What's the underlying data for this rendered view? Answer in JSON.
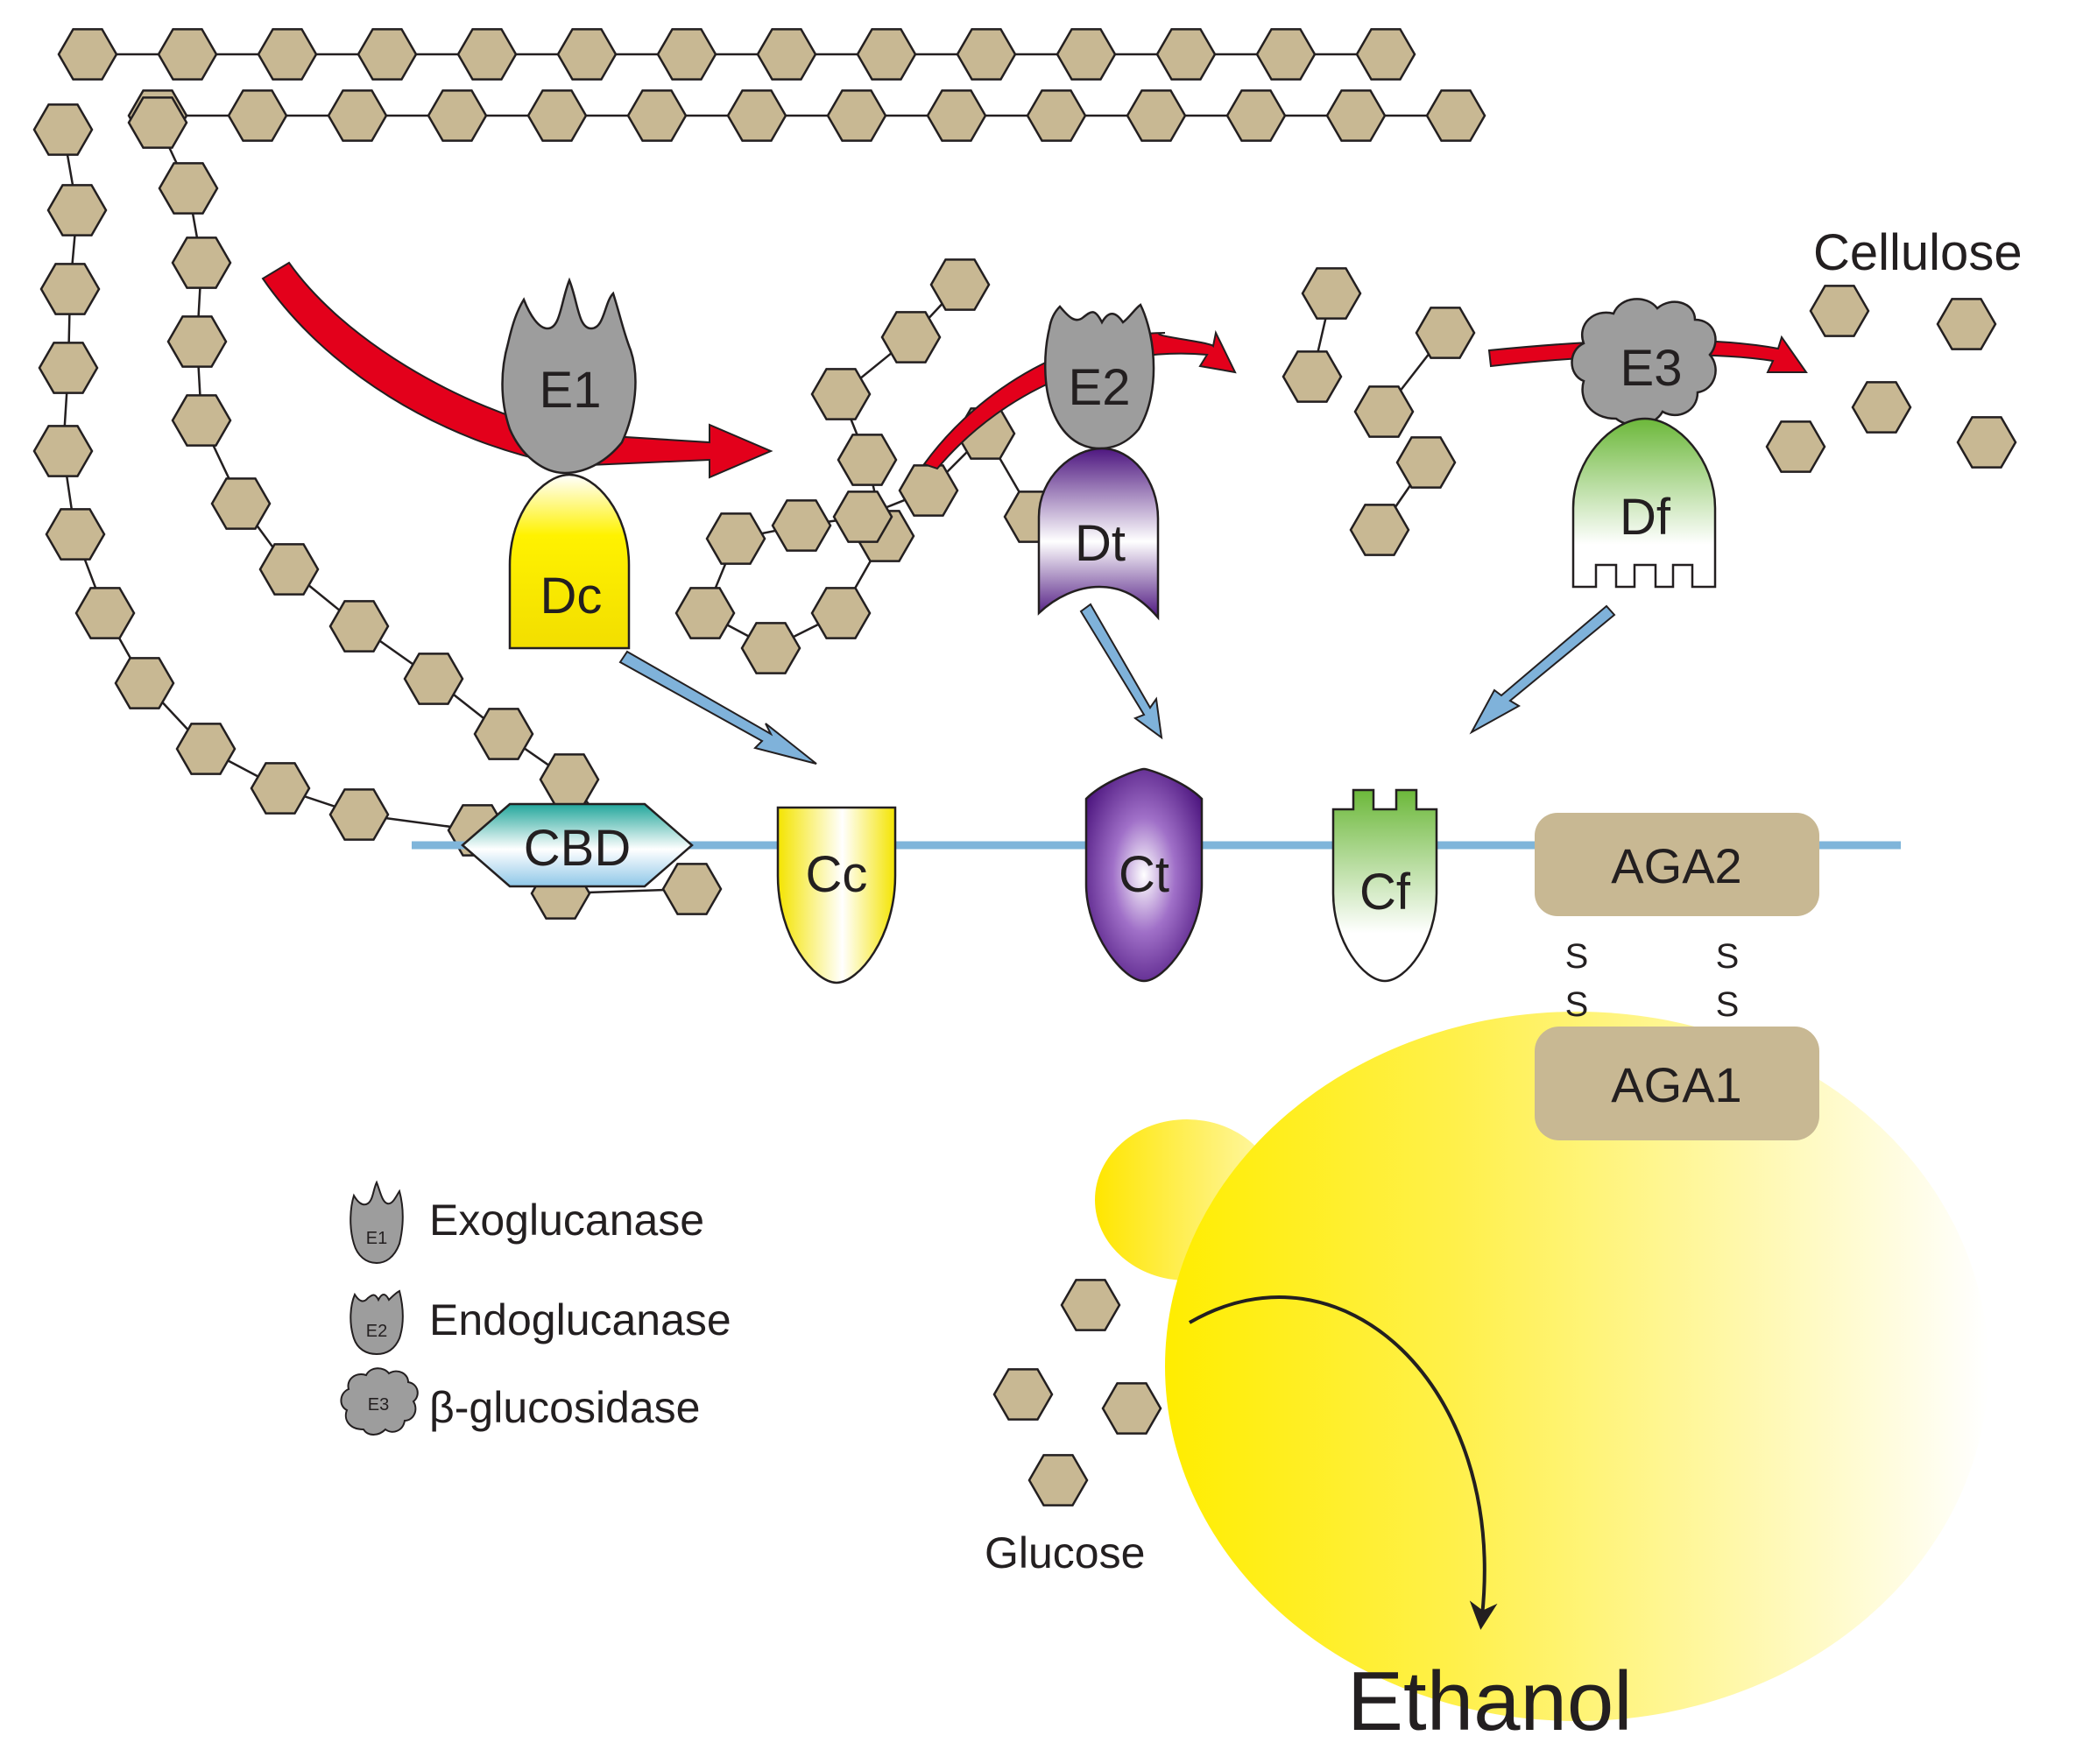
{
  "figure": {
    "cellulose_label": "Cellulose",
    "glucose_label": "Glucose",
    "ethanol_label": "Ethanol",
    "cbd_label": "CBD",
    "aga2_label": "AGA2",
    "aga1_label": "AGA1",
    "disulfide_letter": "S"
  },
  "enzymes": {
    "e1": "E1",
    "e2": "E2",
    "e3": "E3"
  },
  "dockerins": {
    "dc": "Dc",
    "dt": "Dt",
    "df": "Df"
  },
  "cohesins": {
    "cc": "Cc",
    "ct": "Ct",
    "cf": "Cf"
  },
  "legend": {
    "items": [
      {
        "icon_text": "E1",
        "label": "Exoglucanase"
      },
      {
        "icon_text": "E2",
        "label": "Endoglucanase"
      },
      {
        "icon_text": "E3",
        "label": "β-glucosidase"
      }
    ]
  },
  "colors": {
    "hexagon_fill": "#c8b893",
    "enzyme_gray": "#9d9d9d",
    "arrow_red": "#e3001b",
    "arrow_blue": "#7fb2da",
    "scaffold_blue": "#7fb5da",
    "yellow": "#fff200",
    "purple": "#5c1f8f",
    "green": "#7cc242",
    "teal": "#2ba6a0",
    "yeast_yellow": "#ffed00"
  }
}
